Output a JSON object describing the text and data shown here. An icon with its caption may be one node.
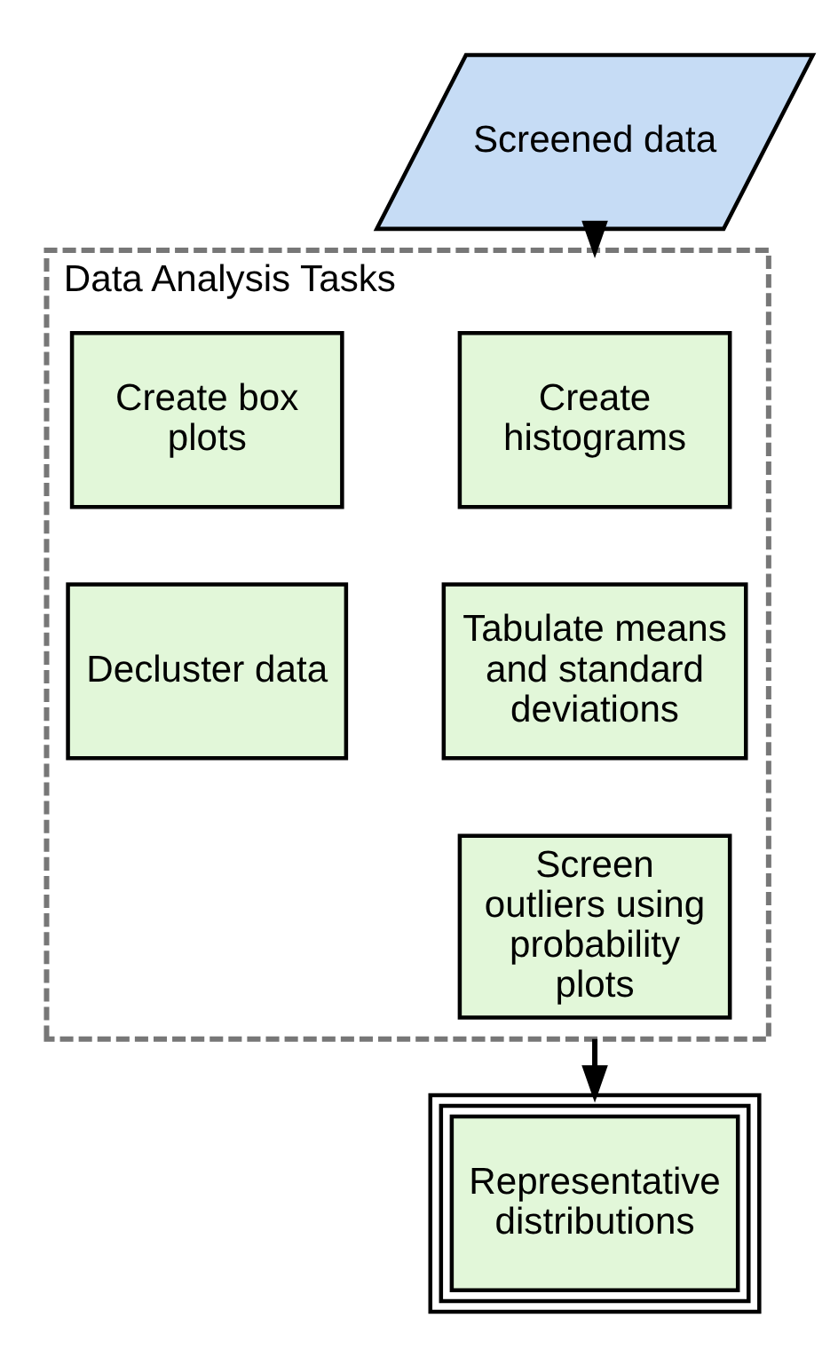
{
  "diagram": {
    "nodes": [
      {
        "text": [
          "Screened data"
        ]
      },
      {
        "text": [
          "Data Analysis Tasks"
        ]
      },
      {
        "text": [
          "Create histograms"
        ],
        "in": 1
      },
      {
        "text": [
          "Tabulate means and standard deviations"
        ],
        "in": 1
      },
      {
        "text": [
          "Screen outliers using probability plots"
        ],
        "in": 1
      },
      {
        "text": [
          "Create box plots"
        ],
        "in": 1
      },
      {
        "text": [
          "Decluster data"
        ],
        "in": 1
      },
      {
        "text": [
          "Representative distributions"
        ]
      }
    ],
    "edges": [
      {
        "from": 0,
        "to": 1,
        "arrow": "to"
      },
      {
        "from": 1,
        "to": 7,
        "arrow": "to"
      }
    ]
  }
}
